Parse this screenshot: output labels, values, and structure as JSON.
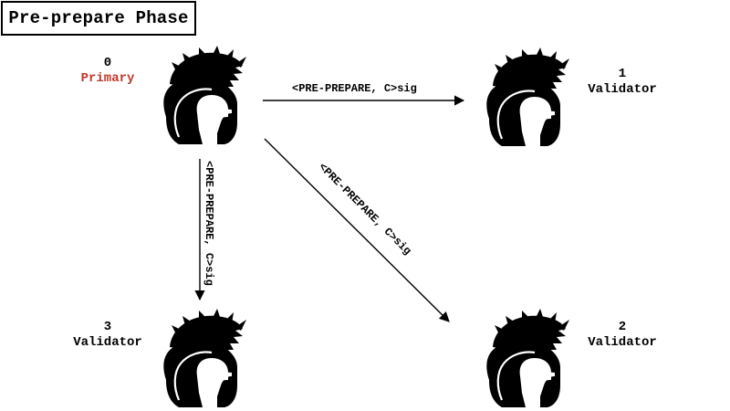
{
  "title": "Pre-prepare Phase",
  "nodes": [
    {
      "id": "0",
      "role": "Primary",
      "role_color": "#c0392b"
    },
    {
      "id": "1",
      "role": "Validator"
    },
    {
      "id": "2",
      "role": "Validator"
    },
    {
      "id": "3",
      "role": "Validator"
    }
  ],
  "edges": [
    {
      "from": "0",
      "to": "1",
      "label": "<PRE-PREPARE, C>sig"
    },
    {
      "from": "0",
      "to": "3",
      "label": "<PRE-PREPARE, C>sig"
    },
    {
      "from": "0",
      "to": "2",
      "label": "<PRE-PREPARE, C>sig"
    }
  ],
  "icon": "spartan-helmet-icon"
}
